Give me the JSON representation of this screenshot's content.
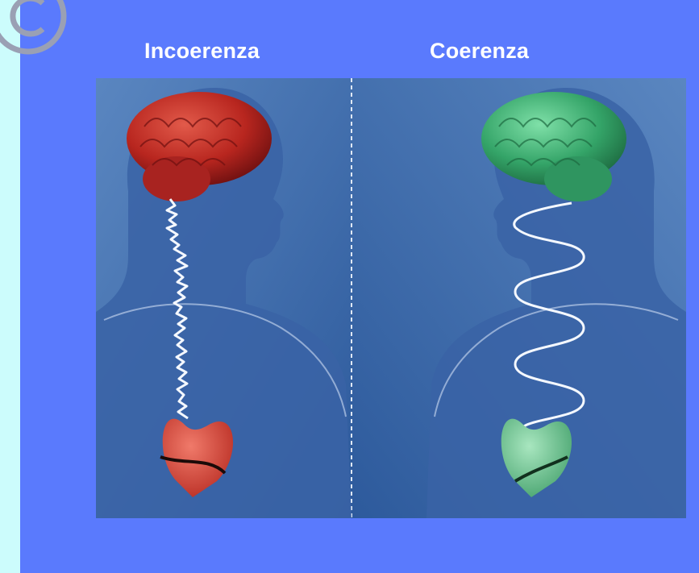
{
  "slide": {
    "left_heading": "Incoerenza",
    "right_heading": "Coerenza"
  },
  "colors": {
    "page_bg": "#ccfcfc",
    "slide_bg": "#5a7afd",
    "illustration_bg": "#3f6fb0",
    "incoherent_organ": "#c9302c",
    "coherent_organ": "#3fae74",
    "signal": "#f4f8ff"
  },
  "illustration": {
    "left_panel": {
      "brain": "red-brain",
      "heart": "red-heart",
      "signal": "chaotic-wave"
    },
    "right_panel": {
      "brain": "green-brain",
      "heart": "green-heart",
      "signal": "smooth-sine-wave"
    }
  }
}
